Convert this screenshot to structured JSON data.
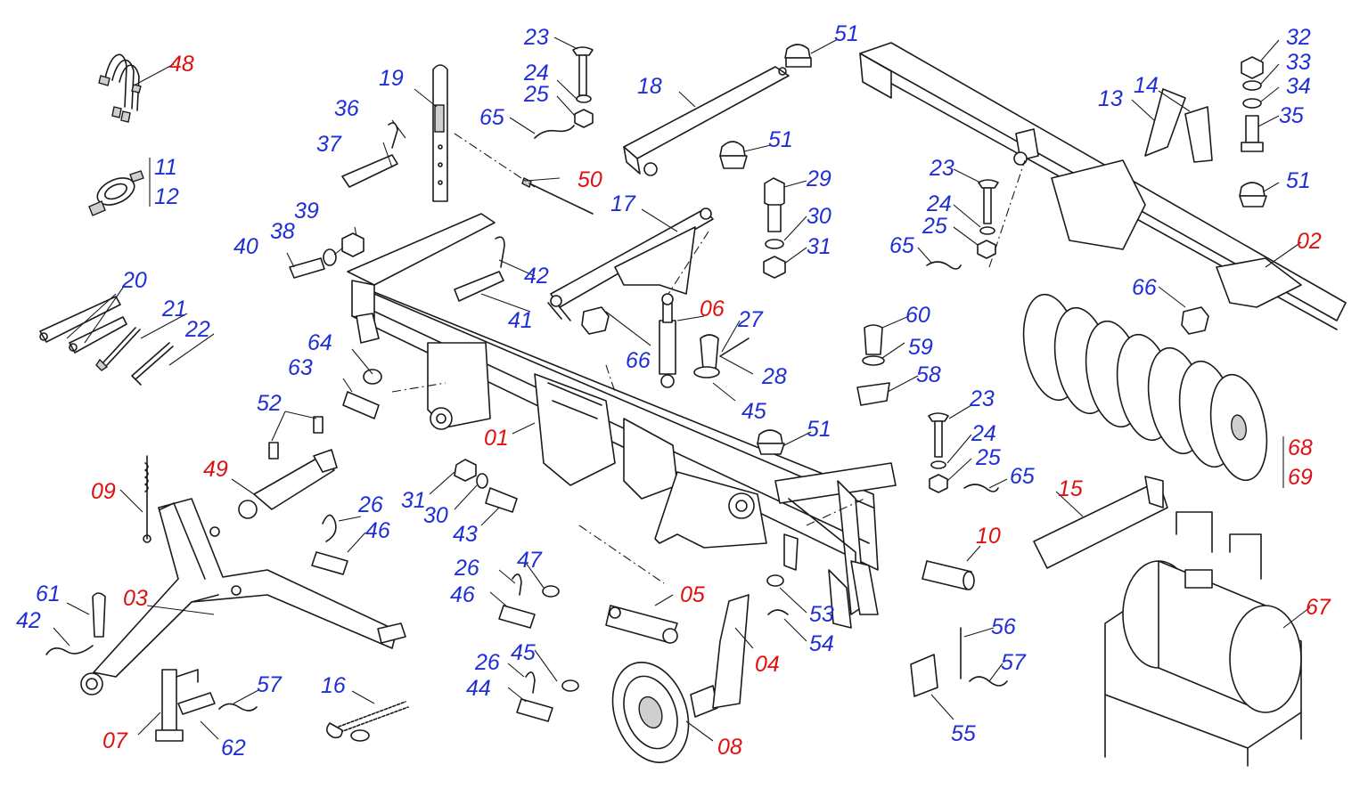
{
  "colors": {
    "main_part": "#e01010",
    "hardware": "#1f2fd6",
    "line": "#1a1a1a",
    "background": "#ffffff"
  },
  "labels": [
    {
      "text": "48",
      "kind": "main_part"
    },
    {
      "text": "11",
      "kind": "hardware"
    },
    {
      "text": "12",
      "kind": "hardware"
    },
    {
      "text": "20",
      "kind": "hardware"
    },
    {
      "text": "21",
      "kind": "hardware"
    },
    {
      "text": "22",
      "kind": "hardware"
    },
    {
      "text": "19",
      "kind": "hardware"
    },
    {
      "text": "36",
      "kind": "hardware"
    },
    {
      "text": "37",
      "kind": "hardware"
    },
    {
      "text": "39",
      "kind": "hardware"
    },
    {
      "text": "40",
      "kind": "hardware"
    },
    {
      "text": "38",
      "kind": "hardware"
    },
    {
      "text": "42",
      "kind": "hardware"
    },
    {
      "text": "41",
      "kind": "hardware"
    },
    {
      "text": "64",
      "kind": "hardware"
    },
    {
      "text": "63",
      "kind": "hardware"
    },
    {
      "text": "52",
      "kind": "hardware"
    },
    {
      "text": "49",
      "kind": "main_part"
    },
    {
      "text": "09",
      "kind": "main_part"
    },
    {
      "text": "26",
      "kind": "hardware"
    },
    {
      "text": "46",
      "kind": "hardware"
    },
    {
      "text": "61",
      "kind": "hardware"
    },
    {
      "text": "03",
      "kind": "main_part"
    },
    {
      "text": "42",
      "kind": "hardware"
    },
    {
      "text": "57",
      "kind": "hardware"
    },
    {
      "text": "16",
      "kind": "hardware"
    },
    {
      "text": "07",
      "kind": "main_part"
    },
    {
      "text": "62",
      "kind": "hardware"
    },
    {
      "text": "23",
      "kind": "hardware"
    },
    {
      "text": "24",
      "kind": "hardware"
    },
    {
      "text": "25",
      "kind": "hardware"
    },
    {
      "text": "65",
      "kind": "hardware"
    },
    {
      "text": "18",
      "kind": "hardware"
    },
    {
      "text": "51",
      "kind": "hardware"
    },
    {
      "text": "50",
      "kind": "main_part"
    },
    {
      "text": "17",
      "kind": "hardware"
    },
    {
      "text": "51",
      "kind": "hardware"
    },
    {
      "text": "29",
      "kind": "hardware"
    },
    {
      "text": "30",
      "kind": "hardware"
    },
    {
      "text": "31",
      "kind": "hardware"
    },
    {
      "text": "06",
      "kind": "main_part"
    },
    {
      "text": "27",
      "kind": "hardware"
    },
    {
      "text": "66",
      "kind": "hardware"
    },
    {
      "text": "28",
      "kind": "hardware"
    },
    {
      "text": "45",
      "kind": "hardware"
    },
    {
      "text": "01",
      "kind": "main_part"
    },
    {
      "text": "31",
      "kind": "hardware"
    },
    {
      "text": "30",
      "kind": "hardware"
    },
    {
      "text": "43",
      "kind": "hardware"
    },
    {
      "text": "51",
      "kind": "hardware"
    },
    {
      "text": "26",
      "kind": "hardware"
    },
    {
      "text": "47",
      "kind": "hardware"
    },
    {
      "text": "46",
      "kind": "hardware"
    },
    {
      "text": "05",
      "kind": "main_part"
    },
    {
      "text": "26",
      "kind": "hardware"
    },
    {
      "text": "45",
      "kind": "hardware"
    },
    {
      "text": "44",
      "kind": "hardware"
    },
    {
      "text": "04",
      "kind": "main_part"
    },
    {
      "text": "08",
      "kind": "main_part"
    },
    {
      "text": "53",
      "kind": "hardware"
    },
    {
      "text": "54",
      "kind": "hardware"
    },
    {
      "text": "60",
      "kind": "hardware"
    },
    {
      "text": "59",
      "kind": "hardware"
    },
    {
      "text": "58",
      "kind": "hardware"
    },
    {
      "text": "23",
      "kind": "hardware"
    },
    {
      "text": "24",
      "kind": "hardware"
    },
    {
      "text": "25",
      "kind": "hardware"
    },
    {
      "text": "65",
      "kind": "hardware"
    },
    {
      "text": "10",
      "kind": "main_part"
    },
    {
      "text": "56",
      "kind": "hardware"
    },
    {
      "text": "57",
      "kind": "hardware"
    },
    {
      "text": "55",
      "kind": "hardware"
    },
    {
      "text": "32",
      "kind": "hardware"
    },
    {
      "text": "33",
      "kind": "hardware"
    },
    {
      "text": "34",
      "kind": "hardware"
    },
    {
      "text": "35",
      "kind": "hardware"
    },
    {
      "text": "14",
      "kind": "hardware"
    },
    {
      "text": "13",
      "kind": "hardware"
    },
    {
      "text": "51",
      "kind": "hardware"
    },
    {
      "text": "23",
      "kind": "hardware"
    },
    {
      "text": "24",
      "kind": "hardware"
    },
    {
      "text": "25",
      "kind": "hardware"
    },
    {
      "text": "65",
      "kind": "hardware"
    },
    {
      "text": "02",
      "kind": "main_part"
    },
    {
      "text": "66",
      "kind": "hardware"
    },
    {
      "text": "68",
      "kind": "main_part"
    },
    {
      "text": "69",
      "kind": "main_part"
    },
    {
      "text": "15",
      "kind": "main_part"
    },
    {
      "text": "67",
      "kind": "main_part"
    }
  ]
}
